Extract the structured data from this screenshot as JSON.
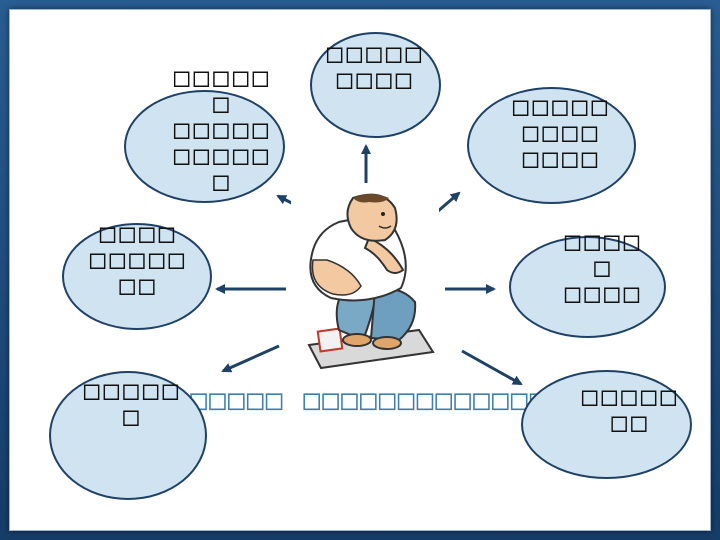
{
  "center_figure": {
    "icon": "overweight-man-on-scale"
  },
  "colors": {
    "background": "#1d4a7a",
    "bubble_fill": "#cfe3f1",
    "bubble_border": "#1f4166",
    "arrow": "#1f4166",
    "footer_text": "#3f7fae"
  },
  "nodes": [
    {
      "id": "top",
      "text": "□□□□□\n□□□□"
    },
    {
      "id": "upper-left",
      "text": "□□□□□\n□\n□□□□□\n□□□□□\n□"
    },
    {
      "id": "upper-right",
      "text": "□□□□□\n□□□□\n□□□□"
    },
    {
      "id": "middle-left",
      "text": "□□□□\n□□□□□\n□□"
    },
    {
      "id": "middle-right",
      "text": "□□□□\n□\n□□□□"
    },
    {
      "id": "lower-left",
      "text": "□□□□□\n□"
    },
    {
      "id": "lower-right",
      "text": "□□□□□\n□□"
    }
  ],
  "footer": {
    "text": "□□□□□□□□□ □□□□□□□□□□□□□□□□"
  }
}
